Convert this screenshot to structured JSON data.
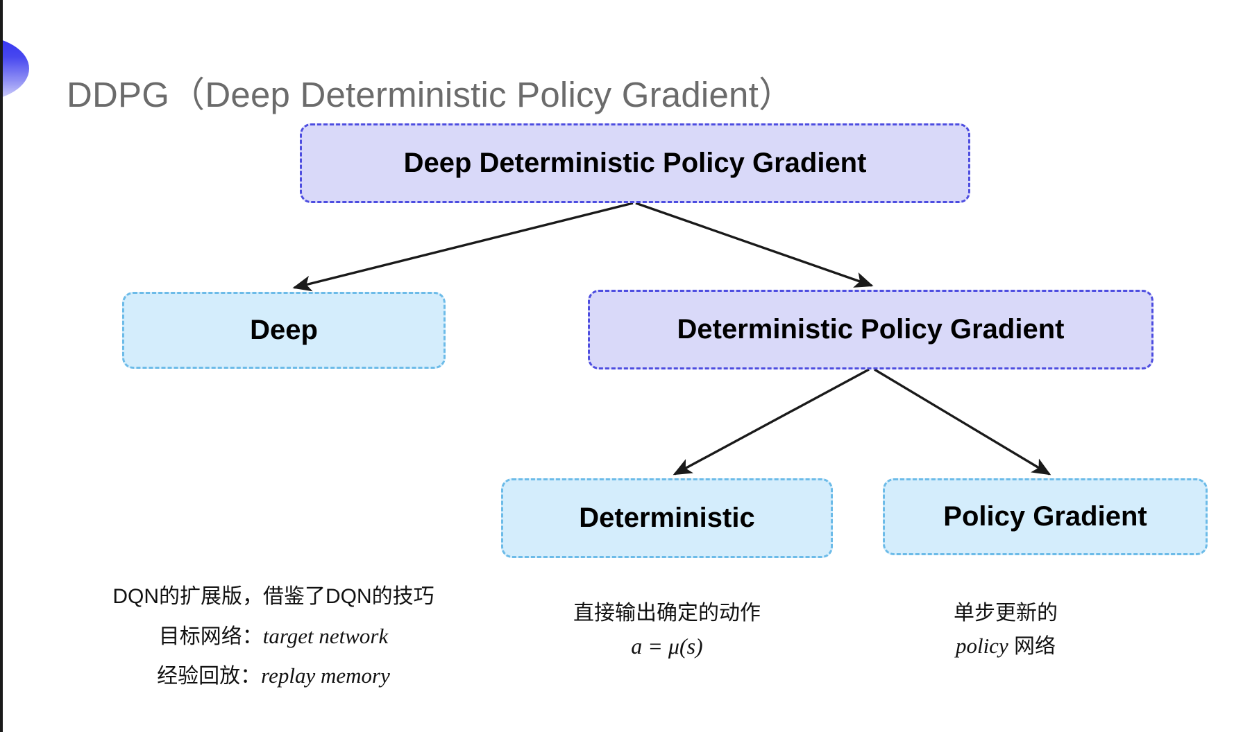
{
  "slide": {
    "title": "DDPG（Deep Deterministic Policy Gradient）",
    "title_color": "#6b6b6b",
    "background": "#ffffff",
    "decoration": "half-circle-gradient"
  },
  "colors": {
    "purple_fill": "#d9d9f9",
    "purple_border": "#4d4de0",
    "blue_fill": "#d4edfc",
    "blue_border": "#6cbbe8",
    "arrow": "#1a1a1a",
    "text": "#000000"
  },
  "tree": {
    "root": {
      "label": "Deep Deterministic Policy Gradient",
      "style": "purple"
    },
    "children": [
      {
        "label": "Deep",
        "style": "blue"
      },
      {
        "label": "Deterministic Policy Gradient",
        "style": "purple"
      }
    ],
    "grandchildren": [
      {
        "label": "Deterministic",
        "style": "blue"
      },
      {
        "label": "Policy Gradient",
        "style": "blue"
      }
    ]
  },
  "notes": {
    "deep": {
      "line1": "DQN的扩展版，借鉴了DQN的技巧",
      "line2_label": "目标网络：",
      "line2_term": "target network",
      "line3_label": "经验回放：",
      "line3_term": "replay memory"
    },
    "deterministic": {
      "line1": "直接输出确定的动作",
      "formula": "a = μ(s)"
    },
    "policy_gradient": {
      "line1": "单步更新的",
      "line2_term": "policy",
      "line2_suffix": " 网络"
    }
  }
}
